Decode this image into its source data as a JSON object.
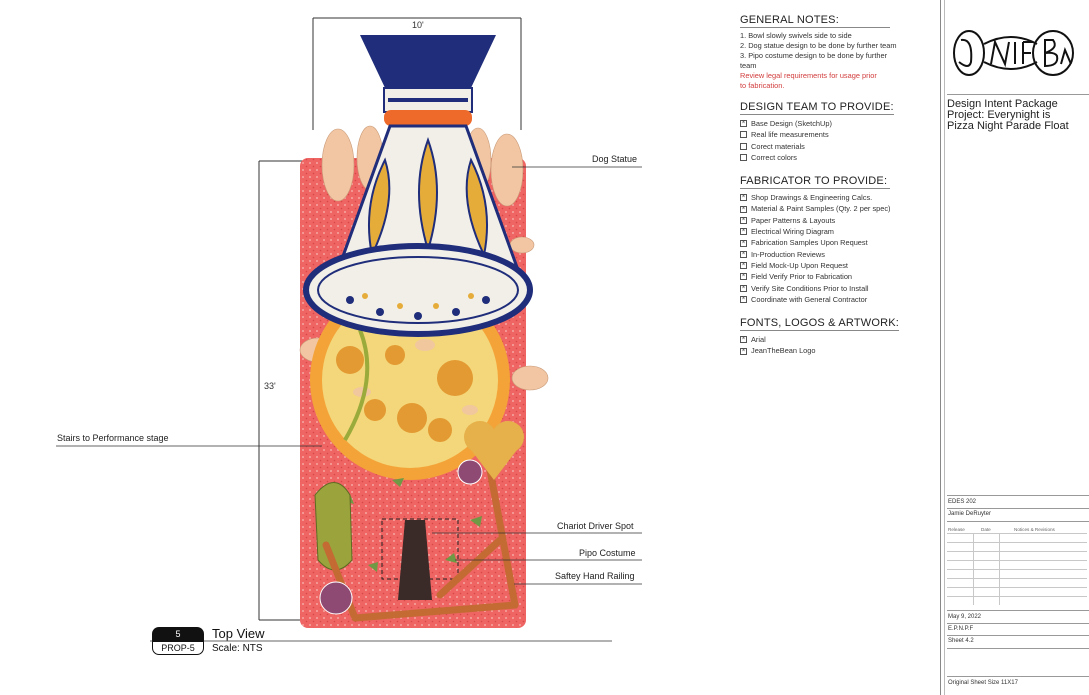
{
  "drawing": {
    "dimension_width": "10'",
    "dimension_length": "33'",
    "callouts": {
      "dog_statue": "Dog Statue",
      "stairs": "Stairs to Performance stage",
      "chariot_driver": "Chariot Driver Spot",
      "pipo_costume": "Pipo Costume",
      "railing": "Saftey Hand Railing"
    },
    "view": {
      "number": "5",
      "sheet_ref": "PROP-5",
      "title": "Top View",
      "scale": "Scale: NTS"
    },
    "colors": {
      "bowl_blue": "#1f2d7a",
      "bowl_white": "#f1efe8",
      "bowl_gold": "#e6ac3a",
      "band_orange": "#ee6a2a",
      "pizza_orange": "#f4a338",
      "pizza_cheese": "#f3d77a",
      "float_red": "#ee6563",
      "paw_skin": "#f2c6a2",
      "rail_wood": "#c46a33"
    }
  },
  "general_notes": {
    "title": "GENERAL NOTES:",
    "lines": [
      "1. Bowl slowly swivels side to side",
      "2. Dog statue design to be done by further team",
      "3. Pipo costume design to be done by further",
      "team"
    ],
    "warning_lines": [
      "Review legal requirements for usage prior",
      "to fabrication."
    ]
  },
  "design_team": {
    "title": "DESIGN TEAM TO PROVIDE:",
    "items": [
      {
        "label": "Base Design (SketchUp)",
        "checked": true
      },
      {
        "label": "Real life measurements",
        "checked": false
      },
      {
        "label": "Corect materials",
        "checked": false
      },
      {
        "label": "Correct colors",
        "checked": false
      }
    ]
  },
  "fabricator": {
    "title": "FABRICATOR TO PROVIDE:",
    "items": [
      {
        "label": "Shop Drawings & Engineering Calcs.",
        "checked": true
      },
      {
        "label": "Material & Paint Samples (Qty. 2 per spec)",
        "checked": true
      },
      {
        "label": "Paper Patterns & Layouts",
        "checked": true
      },
      {
        "label": "Electrical Wiring Diagram",
        "checked": true
      },
      {
        "label": "Fabrication Samples Upon Request",
        "checked": true
      },
      {
        "label": "In-Production Reviews",
        "checked": true
      },
      {
        "label": "Field Mock-Up Upon Request",
        "checked": true
      },
      {
        "label": "Field Verify Prior to Fabrication",
        "checked": true
      },
      {
        "label": "Verify Site Conditions Prior to Install",
        "checked": true
      },
      {
        "label": "Coordinate with General Contractor",
        "checked": true
      }
    ]
  },
  "fonts_logos": {
    "title": "FONTS, LOGOS & ARTWORK:",
    "items": [
      {
        "label": "Arial",
        "checked": true
      },
      {
        "label": "JeanTheBean Logo",
        "checked": true
      }
    ]
  },
  "title_block": {
    "logo_text": "JeanTheBean",
    "package_lines": [
      "Design Intent Package",
      "Project: Everynight is",
      "Pizza Night Parade Float"
    ],
    "course": "EDES 202",
    "designer": "Jamie DeRuyter",
    "revision_headers": [
      "Release",
      "Date",
      "Notices & Revisions"
    ],
    "date": "May 9, 2022",
    "project_code": "E.P.N.P.F",
    "sheet": "Sheet 4.2",
    "sheet_size": "Original Sheet Size 11X17"
  }
}
